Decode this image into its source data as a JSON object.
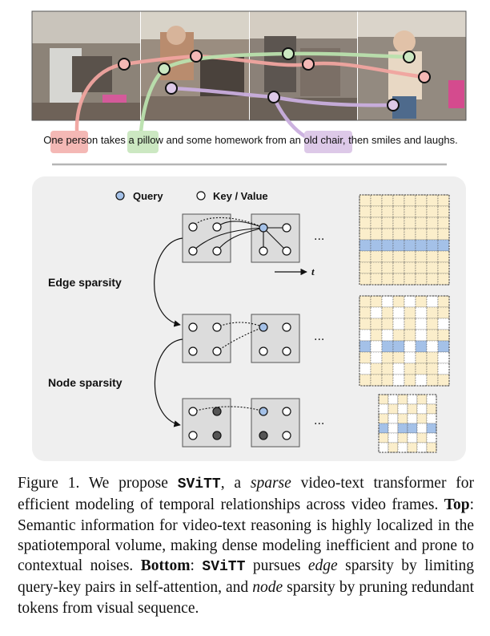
{
  "top": {
    "sentence": {
      "before": "One ",
      "w_person": "person",
      "mid1": " takes a ",
      "w_pillow": "pillow",
      "mid2": " and some homework from an ",
      "w_chair": "old chair",
      "after": ", then smiles and laughs."
    }
  },
  "diagram": {
    "legend_query": "Query",
    "legend_kv": "Key / Value",
    "time_label": "t",
    "ellipsis": "···",
    "edge_label": "Edge sparsity",
    "node_label": "Node sparsity"
  },
  "colors": {
    "query_blue": "#a4c1e8",
    "cell_yellow": "#fbeecb",
    "panel_bg": "#efefef",
    "box_fill": "#dcdcdc",
    "pruned_node": "#555555",
    "person_pink": "#f4b8b5",
    "pillow_green": "#cce8c2",
    "chair_purple": "#ddc9e8"
  },
  "caption": {
    "p1": "Figure 1. We propose ",
    "model": "SViTT",
    "p2": ", a ",
    "sparse": "sparse",
    "p3": " video-text transformer for efficient modeling of temporal relationships across video frames. ",
    "top_label": "Top",
    "p4": ": Semantic information for video-text reasoning is highly localized in the spatiotemporal volume, making dense modeling inefficient and prone to contextual noises. ",
    "bottom_label": "Bottom",
    "p5": ": ",
    "model2": "SViTT",
    "p6": " pursues ",
    "edge": "edge",
    "p7": " sparsity by limiting query-key pairs in self-attention, and ",
    "node": "node",
    "p8": " sparsity by pruning redundant tokens from visual sequence."
  }
}
